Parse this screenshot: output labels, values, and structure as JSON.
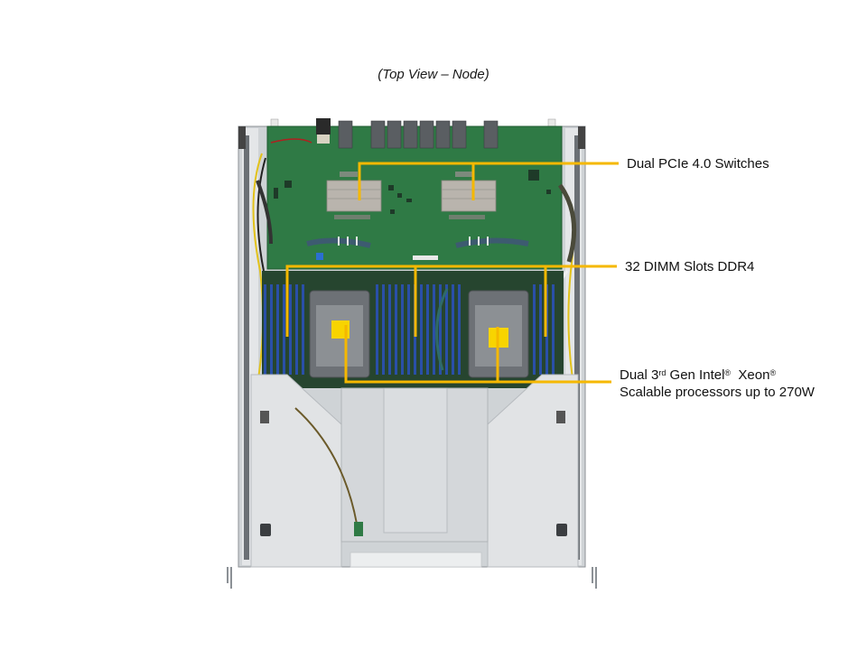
{
  "caption": "(Top View – Node)",
  "colors": {
    "leader_line": "#f5b800",
    "pcb_green": "#2f7a45",
    "dimm_blue": "#2a4fa8",
    "chassis_gray": "#d9dcdf",
    "heatsink": "#b9b4ad",
    "warning_label": "#f8d400"
  },
  "callouts": [
    {
      "id": "pcie-switches",
      "text": "Dual PCIe 4.0 Switches"
    },
    {
      "id": "dimm-slots",
      "text": "32 DIMM Slots DDR4"
    },
    {
      "id": "processors",
      "line1_pre": "Dual 3",
      "line1_sup1": "rd",
      "line1_mid": " Gen Intel",
      "line1_sup2": "®",
      "line1_post": "  Xeon",
      "line1_sup3": "®",
      "line2": "Scalable processors up to 270W"
    }
  ],
  "image": {
    "subject": "server node top view",
    "components": [
      "pcie-switch-heatsink",
      "pcie-switch-heatsink",
      "cpu-socket",
      "cpu-socket",
      "dimm-bank-left",
      "dimm-bank-center",
      "dimm-bank-right",
      "rear-io-ports",
      "air-shroud"
    ]
  }
}
